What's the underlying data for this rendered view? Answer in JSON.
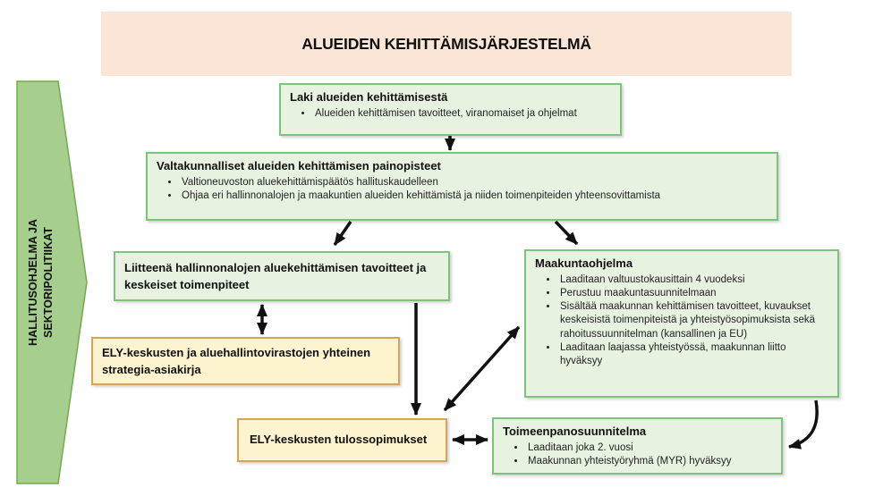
{
  "banner": {
    "title": "ALUEIDEN KEHITTÄMISJÄRJESTELMÄ"
  },
  "side_arrow": {
    "lines": [
      "HALLITUSOHJELMA JA",
      "SEKTORIPOLITIIKAT"
    ]
  },
  "boxes": {
    "laki": {
      "title": "Laki alueiden kehittämisestä",
      "bullets": [
        "Alueiden kehittämisen tavoitteet, viranomaiset ja ohjelmat"
      ]
    },
    "valtakunnalliset": {
      "title": "Valtakunnalliset alueiden kehittämisen painopisteet",
      "bullets": [
        "Valtioneuvoston aluekehittämispäätös hallituskaudelleen",
        "Ohjaa eri hallinnonalojen ja maakuntien alueiden kehittämistä ja niiden toimenpiteiden yhteensovittamista"
      ]
    },
    "liitteena": {
      "title": "Liitteenä hallinnonalojen aluekehittämisen tavoitteet ja keskeiset toimenpiteet"
    },
    "maakuntaohjelma": {
      "title": "Maakuntaohjelma",
      "bullets": [
        "Laaditaan valtuustokausittain 4 vuodeksi",
        "Perustuu maakuntasuunnitelmaan",
        "Sisältää maakunnan kehittämisen tavoitteet, kuvaukset keskeisistä toimenpiteistä ja yhteistyösopimuksista sekä rahoitussuunnitelman (kansallinen ja EU)",
        "Laaditaan laajassa yhteistyössä, maakunnan liitto hyväksyy"
      ]
    },
    "ely_strategia": {
      "title": "ELY-keskusten ja aluehallintovirastojen yhteinen strategia-asiakirja"
    },
    "ely_tulossopimukset": {
      "title": "ELY-keskusten tulossopimukset"
    },
    "toimeenpanosuunnitelma": {
      "title": "Toimeenpanosuunnitelma",
      "bullets": [
        "Laaditaan joka 2. vuosi",
        "Maakunnan yhteistyöryhmä (MYR) hyväksyy"
      ]
    }
  },
  "colors": {
    "banner_bg": "#fbe5d6",
    "green_box_fill": "#e8f2e1",
    "green_box_border": "#7cc47c",
    "orange_box_fill": "#fdf3cf",
    "orange_box_border": "#d7a356",
    "side_arrow_fill": "#a6ce8e",
    "side_arrow_border": "#70ad47",
    "connector_color": "#111111"
  }
}
